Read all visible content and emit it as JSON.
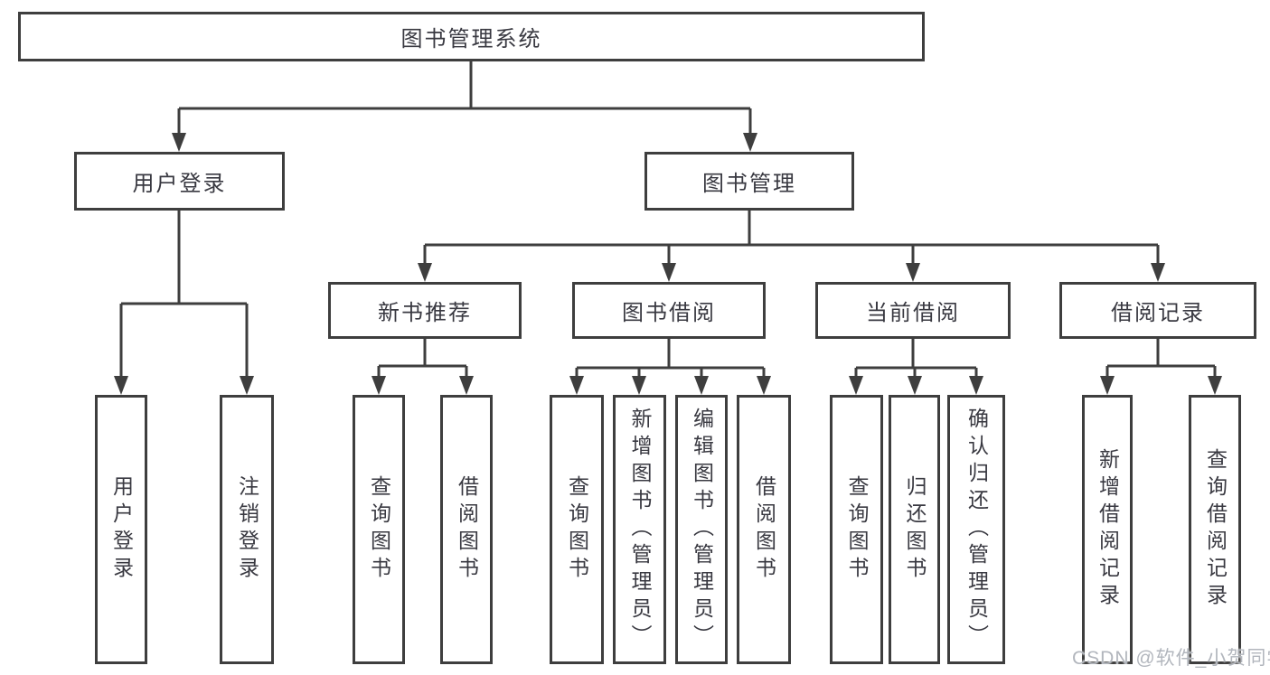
{
  "diagram": {
    "title": "图书管理系统",
    "watermark": "CSDN @软件_小贺同学",
    "colors": {
      "line": "#3e3e3e",
      "text": "#393941",
      "watermark": "#b2b6bd",
      "background": "#ffffff"
    },
    "level2": [
      {
        "label": "用户登录"
      },
      {
        "label": "图书管理"
      }
    ],
    "level3": [
      {
        "label": "新书推荐"
      },
      {
        "label": "图书借阅"
      },
      {
        "label": "当前借阅"
      },
      {
        "label": "借阅记录"
      }
    ],
    "leaves": {
      "user_login": [
        "用户登录",
        "注销登录"
      ],
      "new_books": [
        "查询图书",
        "借阅图书"
      ],
      "book_borrow": [
        "查询图书",
        "新增图书（管理员）",
        "编辑图书（管理员）",
        "借阅图书"
      ],
      "current_borrow": [
        "查询图书",
        "归还图书",
        "确认归还（管理员）"
      ],
      "borrow_records": [
        "新增借阅记录",
        "查询借阅记录"
      ]
    }
  }
}
